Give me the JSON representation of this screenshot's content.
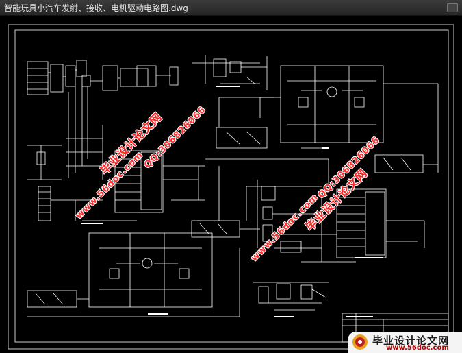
{
  "window": {
    "title": "智能玩具小汽车发射、接收、电机驱动电路图.dwg"
  },
  "colors": {
    "background": "#000000",
    "line": "#ffffff",
    "watermark": "#ff2020",
    "logo_url": "#c00000"
  },
  "watermarks": {
    "site_name_cn": "毕业设计论文网",
    "qq": "QQ:306826066",
    "url": "www.56doc.com"
  },
  "logo": {
    "icon": "circle-logo-icon",
    "name_cn": "毕业设计论文网",
    "url": "www.56doc.com"
  }
}
